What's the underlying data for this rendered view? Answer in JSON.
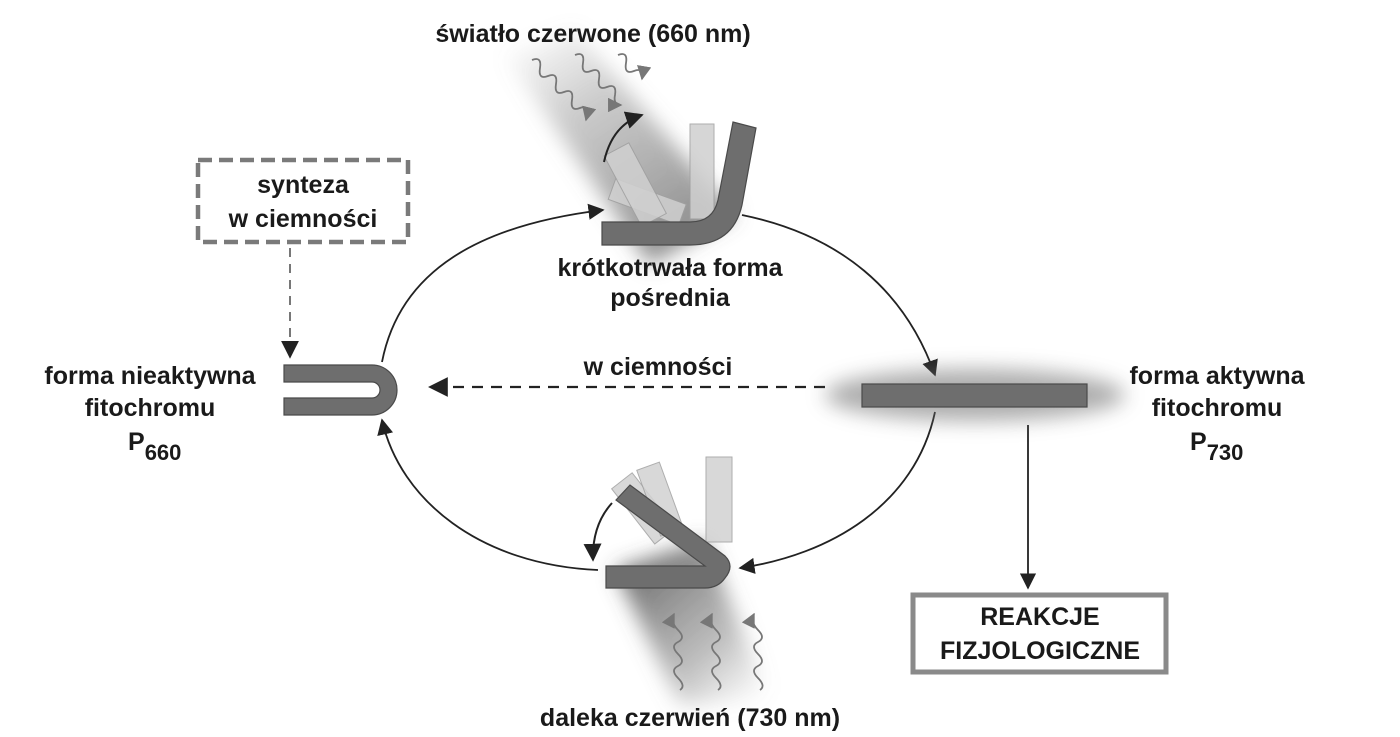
{
  "colors": {
    "molecule": "#6e6e6e",
    "molecule_edge": "#4a4a4a",
    "ghost": "#cfcfcf",
    "ghost_edge": "#9a9a9a",
    "beam": "#5a5a5a",
    "arrow": "#222222",
    "dashed_box": "#7a7a7a",
    "reaction_box": "#8a8a8a",
    "text": "#1a1a1a"
  },
  "labels": {
    "red_light": "światło czerwone (660 nm)",
    "far_red": "daleka czerwień (730 nm)",
    "synthesis_line1": "synteza",
    "synthesis_line2": "w ciemności",
    "intermediate_line1": "krótkotrwała forma",
    "intermediate_line2": "pośrednia",
    "dark_reversion": "w ciemności",
    "inactive_line1": "forma nieaktywna",
    "inactive_line2": "fitochromu",
    "inactive_symbol": "P",
    "inactive_subscript": "660",
    "active_line1": "forma aktywna",
    "active_line2": "fitochromu",
    "active_symbol": "P",
    "active_subscript": "730",
    "reaction_line1": "REAKCJE",
    "reaction_line2": "FIZJOLOGICZNE"
  },
  "icons": {
    "red_light_waves": "wavy-arrow-icon",
    "far_red_waves": "wavy-arrow-icon",
    "rotation_top": "curved-arrow-icon",
    "rotation_bottom": "curved-arrow-icon"
  }
}
